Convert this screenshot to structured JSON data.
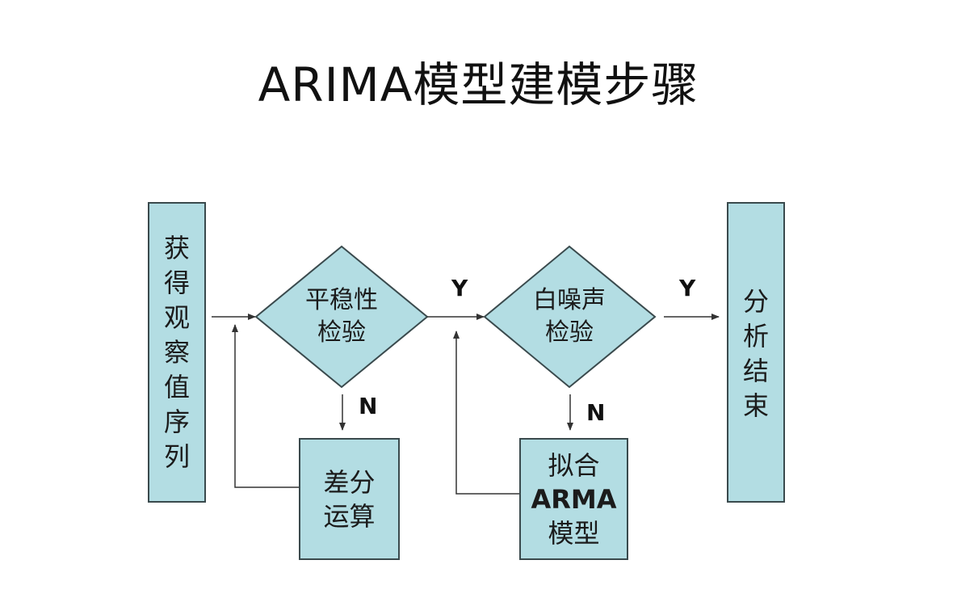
{
  "title": "ARIMA模型建模步骤",
  "nodes": {
    "start": {
      "lines": [
        "获",
        "得",
        "观",
        "察",
        "值",
        "序",
        "列"
      ]
    },
    "stationarity_test": {
      "lines": [
        "平稳性",
        "检验"
      ]
    },
    "white_noise_test": {
      "lines": [
        "白噪声",
        "检验"
      ]
    },
    "end": {
      "lines": [
        "分",
        "析",
        "结",
        "束"
      ]
    },
    "difference": {
      "lines": [
        "差分",
        "运算"
      ]
    },
    "fit_arma": {
      "lines": [
        "拟合",
        "ARMA",
        "模型"
      ]
    }
  },
  "edge_labels": {
    "stationarity_yes": "Y",
    "stationarity_no": "N",
    "white_noise_yes": "Y",
    "white_noise_no": "N"
  },
  "colors": {
    "node_fill": "#b3dde3",
    "node_border": "#3a4a4d",
    "line": "#333333"
  }
}
